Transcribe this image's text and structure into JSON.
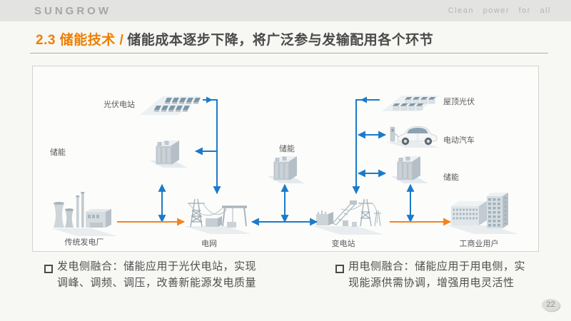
{
  "header": {
    "logo": "SUNGROW",
    "slogan": "Clean power for all"
  },
  "title": {
    "highlight": "2.3 储能技术 /",
    "text": "储能成本逐步下降，将广泛参与发输配用各个环节"
  },
  "diagram": {
    "nodes": [
      {
        "id": "pv-station",
        "label": "光伏电站"
      },
      {
        "id": "storage-gen",
        "label": "储能"
      },
      {
        "id": "coal-plant",
        "label": "传统发电厂"
      },
      {
        "id": "grid",
        "label": "电网"
      },
      {
        "id": "storage-mid",
        "label": "储能"
      },
      {
        "id": "substation",
        "label": "变电站"
      },
      {
        "id": "rooftop-pv",
        "label": "屋顶光伏"
      },
      {
        "id": "ev",
        "label": "电动汽车"
      },
      {
        "id": "storage-user",
        "label": "储能"
      },
      {
        "id": "cni-users",
        "label": "工商业用户"
      }
    ],
    "colors": {
      "flow_blue": "#1b7ac9",
      "flow_orange": "#f5821f"
    }
  },
  "bullets": [
    {
      "line1": "发电侧融合：储能应用于光伏电站，实现",
      "line2": "调峰、调频、调压，改善新能源发电质量"
    },
    {
      "line1": "用电侧融合：储能应用于用电侧，实",
      "line2": "现能源供需协调，增强用电灵活性"
    }
  ],
  "page_number": "22"
}
